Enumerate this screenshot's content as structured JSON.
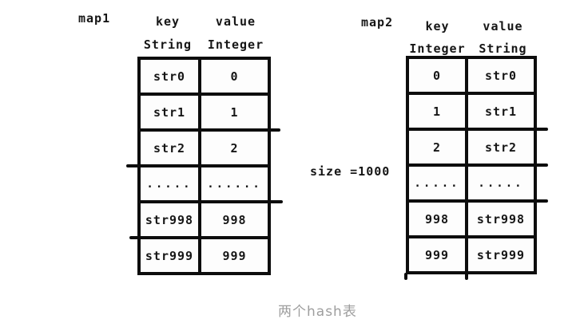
{
  "caption": "两个hash表",
  "size_label": "size =1000",
  "map1": {
    "title": "map1",
    "headers": {
      "key": "key",
      "key_type": "String",
      "value": "value",
      "value_type": "Integer"
    },
    "rows": [
      {
        "key": "str0",
        "value": "0"
      },
      {
        "key": "str1",
        "value": "1"
      },
      {
        "key": "str2",
        "value": "2"
      },
      {
        "key": ".....",
        "value": "......"
      },
      {
        "key": "str998",
        "value": "998"
      },
      {
        "key": "str999",
        "value": "999"
      }
    ]
  },
  "map2": {
    "title": "map2",
    "headers": {
      "key": "key",
      "key_type": "Integer",
      "value": "value",
      "value_type": "String"
    },
    "rows": [
      {
        "key": "0",
        "value": "str0"
      },
      {
        "key": "1",
        "value": "str1"
      },
      {
        "key": "2",
        "value": "str2"
      },
      {
        "key": ".....",
        "value": "....."
      },
      {
        "key": "998",
        "value": "str998"
      },
      {
        "key": "999",
        "value": "str999"
      }
    ]
  }
}
